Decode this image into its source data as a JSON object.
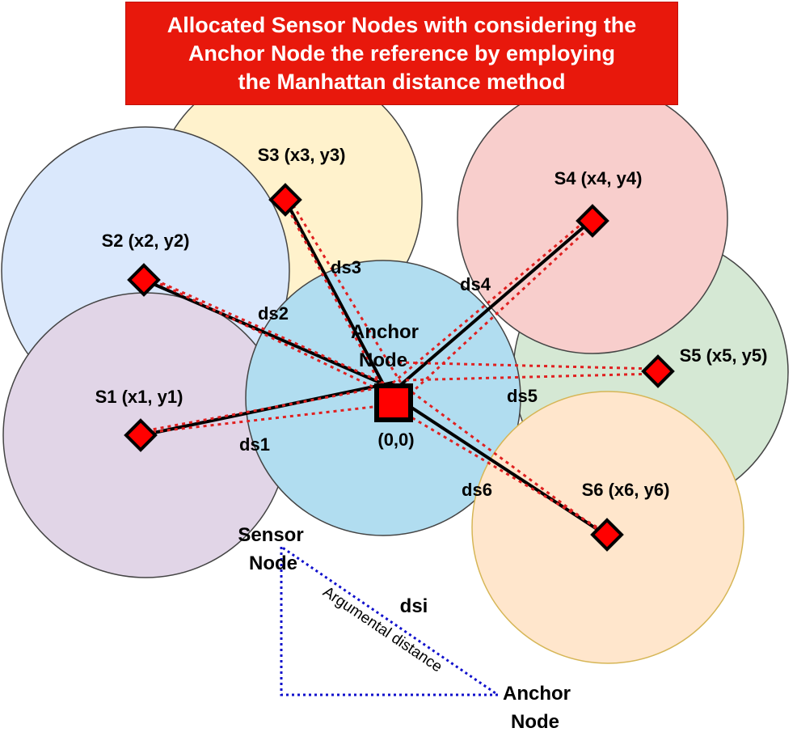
{
  "title": {
    "lines": [
      "Allocated Sensor Nodes with considering the",
      "Anchor Node the reference by employing",
      "the Manhattan distance method"
    ]
  },
  "colors": {
    "title_bg": "#e8180c",
    "node_fill": "#ff0000",
    "dotted_line": "#e02020",
    "legend_line": "#1010cc",
    "circle_s1": "#e1d5e7",
    "circle_s2": "#dae8fc",
    "circle_s3": "#fff2cc",
    "circle_s4": "#f8cecc",
    "circle_s5": "#d5e8d4",
    "circle_s6": "#ffe6cc",
    "circle_anchor": "#b1ddf0"
  },
  "anchor": {
    "label_line1": "Anchor",
    "label_line2": "Node",
    "coord": "(0,0)"
  },
  "sensors": [
    {
      "id": "s1",
      "label": "S1 (x1, y1)",
      "dist": "ds1"
    },
    {
      "id": "s2",
      "label": "S2 (x2, y2)",
      "dist": "ds2"
    },
    {
      "id": "s3",
      "label": "S3 (x3, y3)",
      "dist": "ds3"
    },
    {
      "id": "s4",
      "label": "S4 (x4, y4)",
      "dist": "ds4"
    },
    {
      "id": "s5",
      "label": "S5 (x5, y5)",
      "dist": "ds5"
    },
    {
      "id": "s6",
      "label": "S6 (x6, y6)",
      "dist": "ds6"
    }
  ],
  "legend": {
    "sensor_line1": "Sensor",
    "sensor_line2": "Node",
    "anchor_line1": "Anchor",
    "anchor_line2": "Node",
    "dist_label": "dsi",
    "argumental": "Argumental distance"
  }
}
